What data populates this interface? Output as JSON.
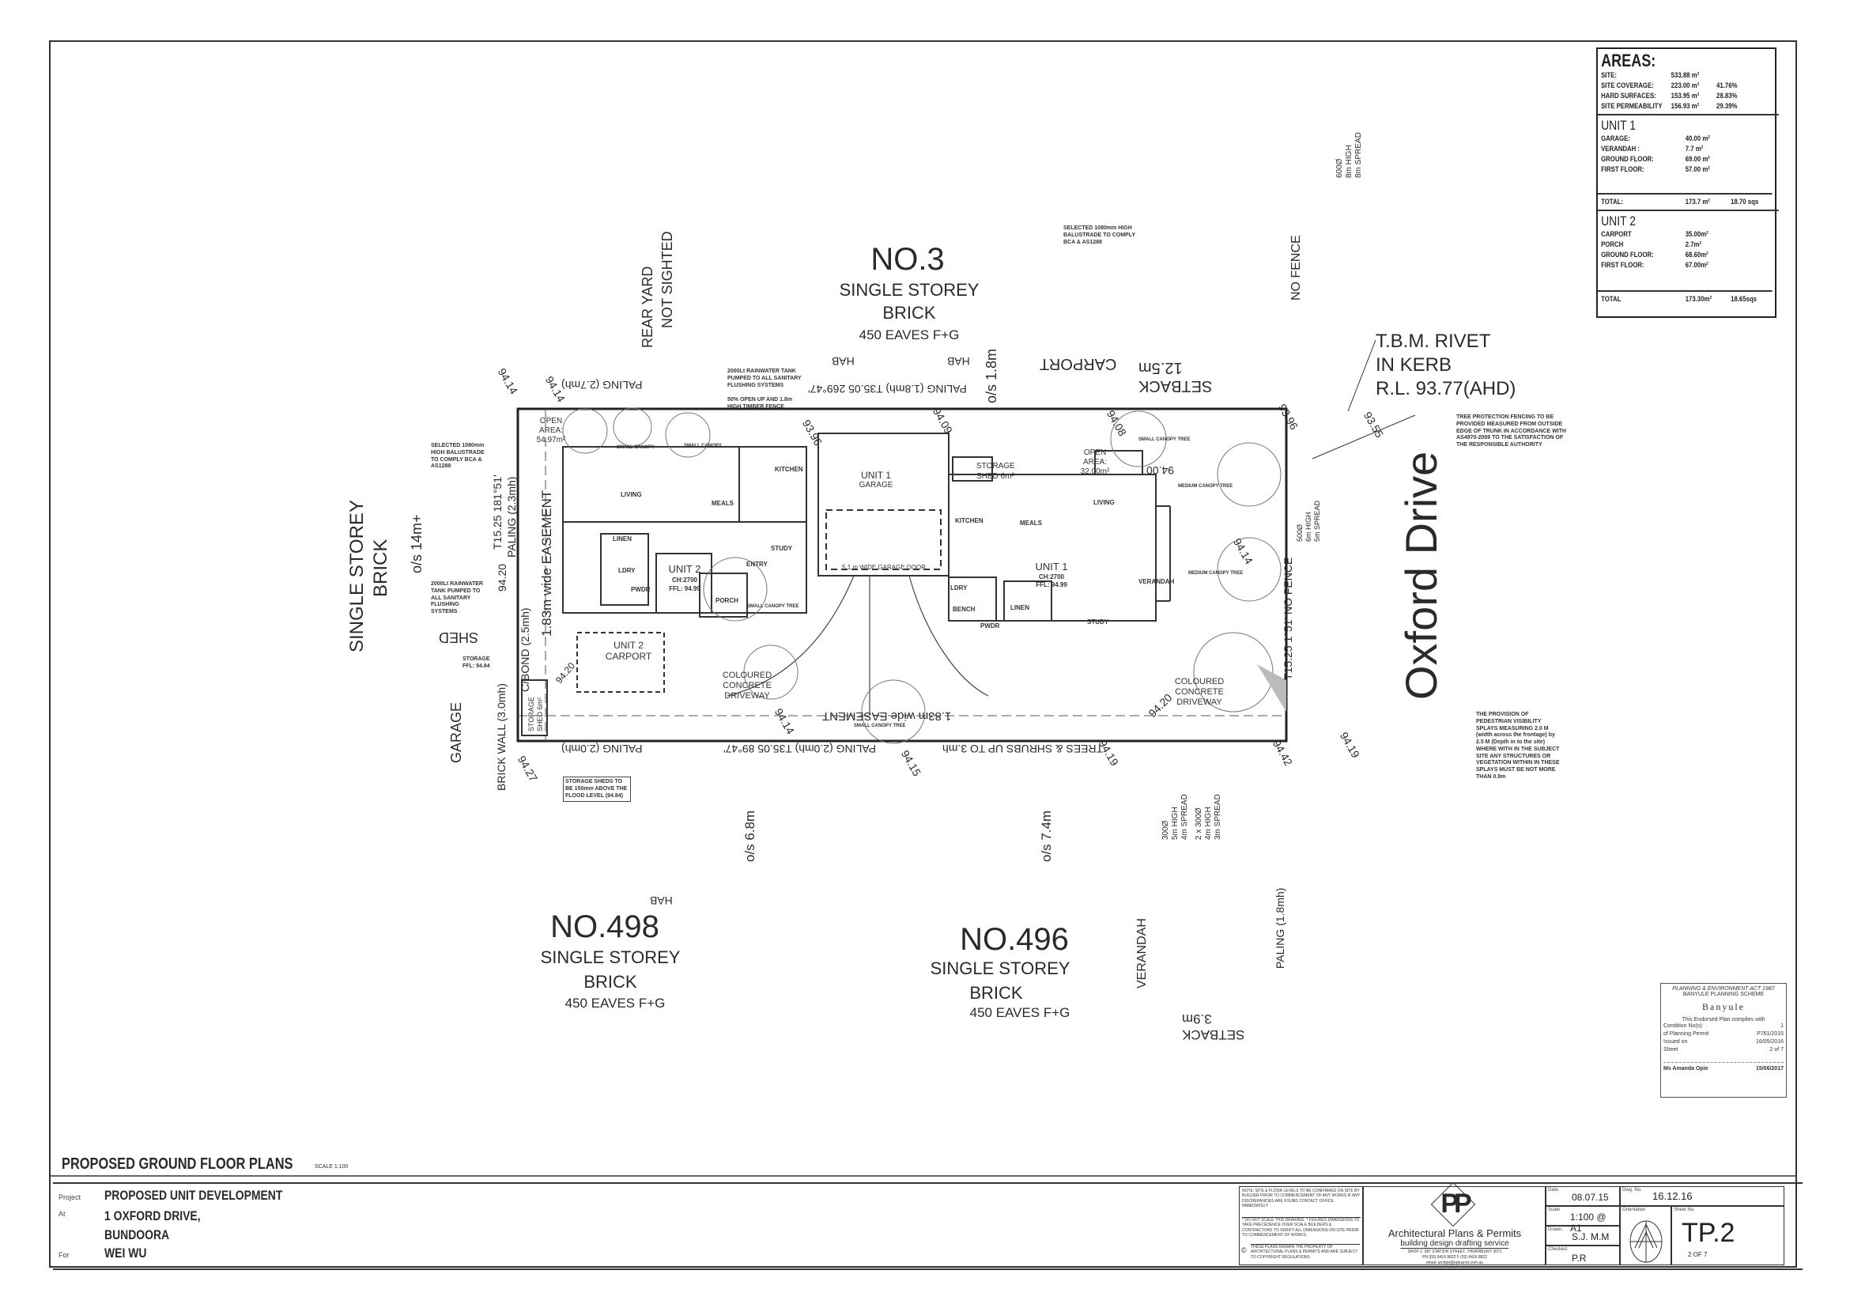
{
  "sheet_title": "PROPOSED GROUND FLOOR PLANS",
  "sheet_scale": "SCALE 1:100",
  "street": "Oxford Drive",
  "tbm": [
    "T.B.M. RIVET",
    "IN KERB",
    "R.L. 93.77(AHD)"
  ],
  "neighbours": {
    "no3": {
      "name": "NO.3",
      "storey": "SINGLE STOREY",
      "material": "BRICK",
      "eaves": "450 EAVES F+G"
    },
    "no498": {
      "name": "NO.498",
      "storey": "SINGLE STOREY",
      "material": "BRICK",
      "eaves": "450 EAVES F+G"
    },
    "no496": {
      "name": "NO.496",
      "storey": "SINGLE STOREY",
      "material": "BRICK",
      "eaves": "450 EAVES F+G"
    },
    "west": {
      "storey": "SINGLE STOREY",
      "material": "BRICK",
      "setback": "o/s 14m+",
      "shed": "SHED",
      "garage": "GARAGE"
    }
  },
  "labels": {
    "rear_yard": [
      "REAR YARD",
      "NOT SIGHTED"
    ],
    "no_fence_top": "NO FENCE",
    "tree_top": [
      "600Ø",
      "8m HIGH",
      "8m SPREAD"
    ],
    "hab1": "HAB",
    "hab2": "HAB",
    "hab3": "HAB",
    "carport": "CARPORT",
    "setback_top": [
      "12.5m",
      "SETBACK"
    ],
    "os_top": "o/s 1.8m",
    "paling_top_left": "PALING (2.7mh)",
    "paling_top_right": "PALING (1.8mh) T35.05 269°47'",
    "paling_bottom_left": "PALING (2.0mh)",
    "paling_bottom_mid": "PALING (2.0mh) T35.05 89°47'",
    "trees_bottom": "TREES & SHRUBS UP TO 3.mh",
    "easement_bottom": "1.83m wide EASEMENT",
    "easement_left": "1.83m wide EASEMENT",
    "west_boundary": [
      "T15.25  181°51'",
      "PALING (2.3mh)"
    ],
    "east_boundary": "T15.25  1°51'  NO FENCE",
    "brick_wall": "BRICK WALL (3.0mh)",
    "cbond": "C/BOND (2.5mh)",
    "os_68": "o/s 6.8m",
    "os_74": "o/s 7.4m",
    "verandah_south": "VERANDAH",
    "paling_south": "PALING (1.8mh)",
    "setback_south": [
      "3.9m",
      "SETBACK"
    ],
    "tree_s1": [
      "300Ø",
      "5m HIGH",
      "4m SPREAD"
    ],
    "tree_s2": [
      "2 x 300Ø",
      "4m HIGH",
      "3m SPREAD"
    ],
    "tree_e": [
      "500Ø",
      "6m HIGH",
      "5m SPREAD"
    ],
    "levels": [
      "94.14",
      "94.14",
      "94.20",
      "94.27",
      "93.96",
      "94.09",
      "93.96",
      "94.08",
      "94.00",
      "94.14",
      "93.55",
      "94.19",
      "94.42",
      "94.19",
      "94.15",
      "94.14",
      "94.20",
      "94.20"
    ]
  },
  "notes": {
    "balustrade_top": "SELECTED 1080mm HIGH BALUSTRADE TO COMPLY BCA & AS1288",
    "balustrade_left": "SELECTED 1080mm HIGH BALUSTRADE TO COMPLY BCA & AS1288",
    "tank_left": "2000Lt RAINWATER TANK PUMPED TO ALL SANITARY FLUSHING SYSTEMS",
    "tank_top": "2000Lt RAINWATER TANK PUMPED TO ALL SANITARY FLUSHING SYSTEMS",
    "fence_top": "50% OPEN UP AND 1.8m HIGH TIMBER FENCE",
    "storage_ffl": "STORAGE FFL: 94.84",
    "tree_protection": "TREE PROTECTION FENCING TO BE PROVIDED MEASURED FROM OUTSIDE EDGE OF TRUNK IN ACCORDANCE WITH AS4970-2009 TO THE SATISFACTION OF THE RESPONSIBLE AUTHORITY",
    "visibility": "THE PROVISION OF PEDESTRIAN VISIBILITY SPLAYS MEASURING 2.0 M (width across the frontage) by 2.5 M (Depth in to the site) WHERE WITH IN THE SUBJECT SITE ANY STRUCTURES OR VEGETATION WITHIN IN THESE SPLAYS MUST BE NOT MORE THAN 0.9m",
    "storage_flood": "STORAGE SHEDS TO BE 150mm ABOVE THE FLOOD LEVEL (94.84)"
  },
  "plan": {
    "unit2": {
      "name": "UNIT 2",
      "ch": "CH:2700",
      "ffl": "FFL: 94.99",
      "open_area": [
        "OPEN",
        "AREA:",
        "54.97m²"
      ],
      "carport": [
        "UNIT 2",
        "CARPORT"
      ],
      "storage": [
        "STORAGE",
        "SHED 6m²"
      ]
    },
    "unit1": {
      "name": "UNIT 1",
      "ch": "CH:2700",
      "ffl": "FFL: 94.99",
      "garage": [
        "UNIT 1",
        "GARAGE"
      ],
      "open_area": [
        "OPEN",
        "AREA:",
        "32.00m²"
      ],
      "storage": [
        "STORAGE",
        "SHED 6m²"
      ]
    },
    "rooms": [
      "LIVING",
      "MEALS",
      "KITCHEN",
      "LINEN",
      "LDRY",
      "PWDR",
      "STUDY",
      "PORCH",
      "ENTRY",
      "LIVING",
      "MEALS",
      "KITCHEN",
      "LDRY",
      "PWDR",
      "STUDY",
      "BENCH",
      "VERANDAH",
      "LINEN"
    ],
    "garage_door": "5.1 m WIDE GARAGE DOOR",
    "driveway": [
      "COLOURED",
      "CONCRETE",
      "DRIVEWAY"
    ],
    "trees": [
      "SMALL CANOPY",
      "SMALL CANOPY",
      "SMALL CANOPY TREE",
      "SMALL CANOPY TREE",
      "MEDIUM CANOPY TREE",
      "MEDIUM CANOPY TREE",
      "SMALL CANOPY TREE"
    ]
  },
  "areas": {
    "title": "AREAS:",
    "site": [
      {
        "label": "SITE:",
        "area": "533.88 m²",
        "pct": ""
      },
      {
        "label": "SITE COVERAGE:",
        "area": "223.00 m²",
        "pct": "41.76%"
      },
      {
        "label": "HARD SURFACES:",
        "area": "153.95 m²",
        "pct": "28.83%"
      },
      {
        "label": "SITE PERMEABILITY",
        "area": "156.93 m²",
        "pct": "29.39%"
      }
    ],
    "unit1": {
      "title": "UNIT 1",
      "rows": [
        {
          "label": "GARAGE:",
          "area": "40.00 m²"
        },
        {
          "label": "VERANDAH :",
          "area": "7.7  m²"
        },
        {
          "label": "GROUND FLOOR:",
          "area": "69.00 m²"
        },
        {
          "label": "FIRST FLOOR:",
          "area": "57.00 m²"
        }
      ],
      "total_label": "TOTAL:",
      "total": "173.7 m²",
      "sqs": "18.70 sqs"
    },
    "unit2": {
      "title": "UNIT 2",
      "rows": [
        {
          "label": "CARPORT",
          "area": "35.00m²"
        },
        {
          "label": "PORCH",
          "area": "2.7m²"
        },
        {
          "label": "GROUND FLOOR:",
          "area": "68.60m²"
        },
        {
          "label": "FIRST FLOOR:",
          "area": "67.00m²"
        }
      ],
      "total_label": "TOTAL",
      "total": "173.30m²",
      "sqs": "18.65sqs"
    }
  },
  "title_block": {
    "project_label": "Project",
    "project": "PROPOSED UNIT DEVELOPMENT",
    "at_label": "At",
    "address1": "1 OXFORD DRIVE,",
    "address2": "BUNDOORA",
    "for_label": "For",
    "client": "WEI WU",
    "note1": "NOTE: SITE & FLOOR LEVELS TO BE CONFIRMED ON SITE BY BUILDER PRIOR TO COMMENCEMENT OF ANY WORKS IF ANY DISCREPANCIES ARE FOUND CONTACT OFFICE IMMEDIATELY",
    "note2": "* DO NOT SCALE THIS DRAWING. * FIGURED DIMENSIONS TO TAKE PRECEDENCE OVER SCALE BUILDERS & CONTRACTORS TO VERIFY ALL DIMENSIONS ON SITE PRIOR TO COMMENCEMENT OF WORKS.",
    "note3": "THESE PLANS REMAIN THE PROPERTY OF ARCHITECTURAL PLANS & PERMITS AND ARE SUBJECT TO COPYRIGHT REGULATIONS",
    "firm_logo": "PP",
    "firm": "Architectural Plans & Permits",
    "firm_tagline": "building design drafting service",
    "firm_address": "SHOP 2, 387 STATION STREET, THORNBURY 3071",
    "firm_phone": "PH (03) 9416 9822    F (03) 9416 8822",
    "firm_email": "email: archpp@optusnet.com.au",
    "date_label": "Date.",
    "date": "08.07.15",
    "scale_label": "Scale",
    "scale": "1:100 @ A1",
    "drawn_label": "Drawn.",
    "drawn": "S.J.  M.M",
    "checked_label": "Checked.",
    "checked": "P.R",
    "dwg_label": "Dwg. No.",
    "dwg": "16.12.16",
    "orientation_label": "Orientation",
    "sheet_label": "Sheet No.",
    "sheet": "TP.2",
    "sheet_of": "2 OF 7"
  },
  "stamp": {
    "act": "PLANNING & ENVIRONMENT ACT 1987",
    "scheme": "BANYULE PLANNING SCHEME",
    "council": "Banyule",
    "complies": "This Endorsed Plan complies with",
    "condition_label": "Condition No(s):",
    "condition": "1",
    "permit_label": "of Planning Permit",
    "permit": "P761/2015",
    "issued_label": "Issued on",
    "issued": "16/05/2016",
    "sheet_label": "Sheet",
    "sheet": "2 of 7",
    "officer": "Ms Amanda Opie",
    "officer_date": "15/06/2017"
  },
  "colors": {
    "ink": "#2a2a2a",
    "paper": "#ffffff"
  }
}
